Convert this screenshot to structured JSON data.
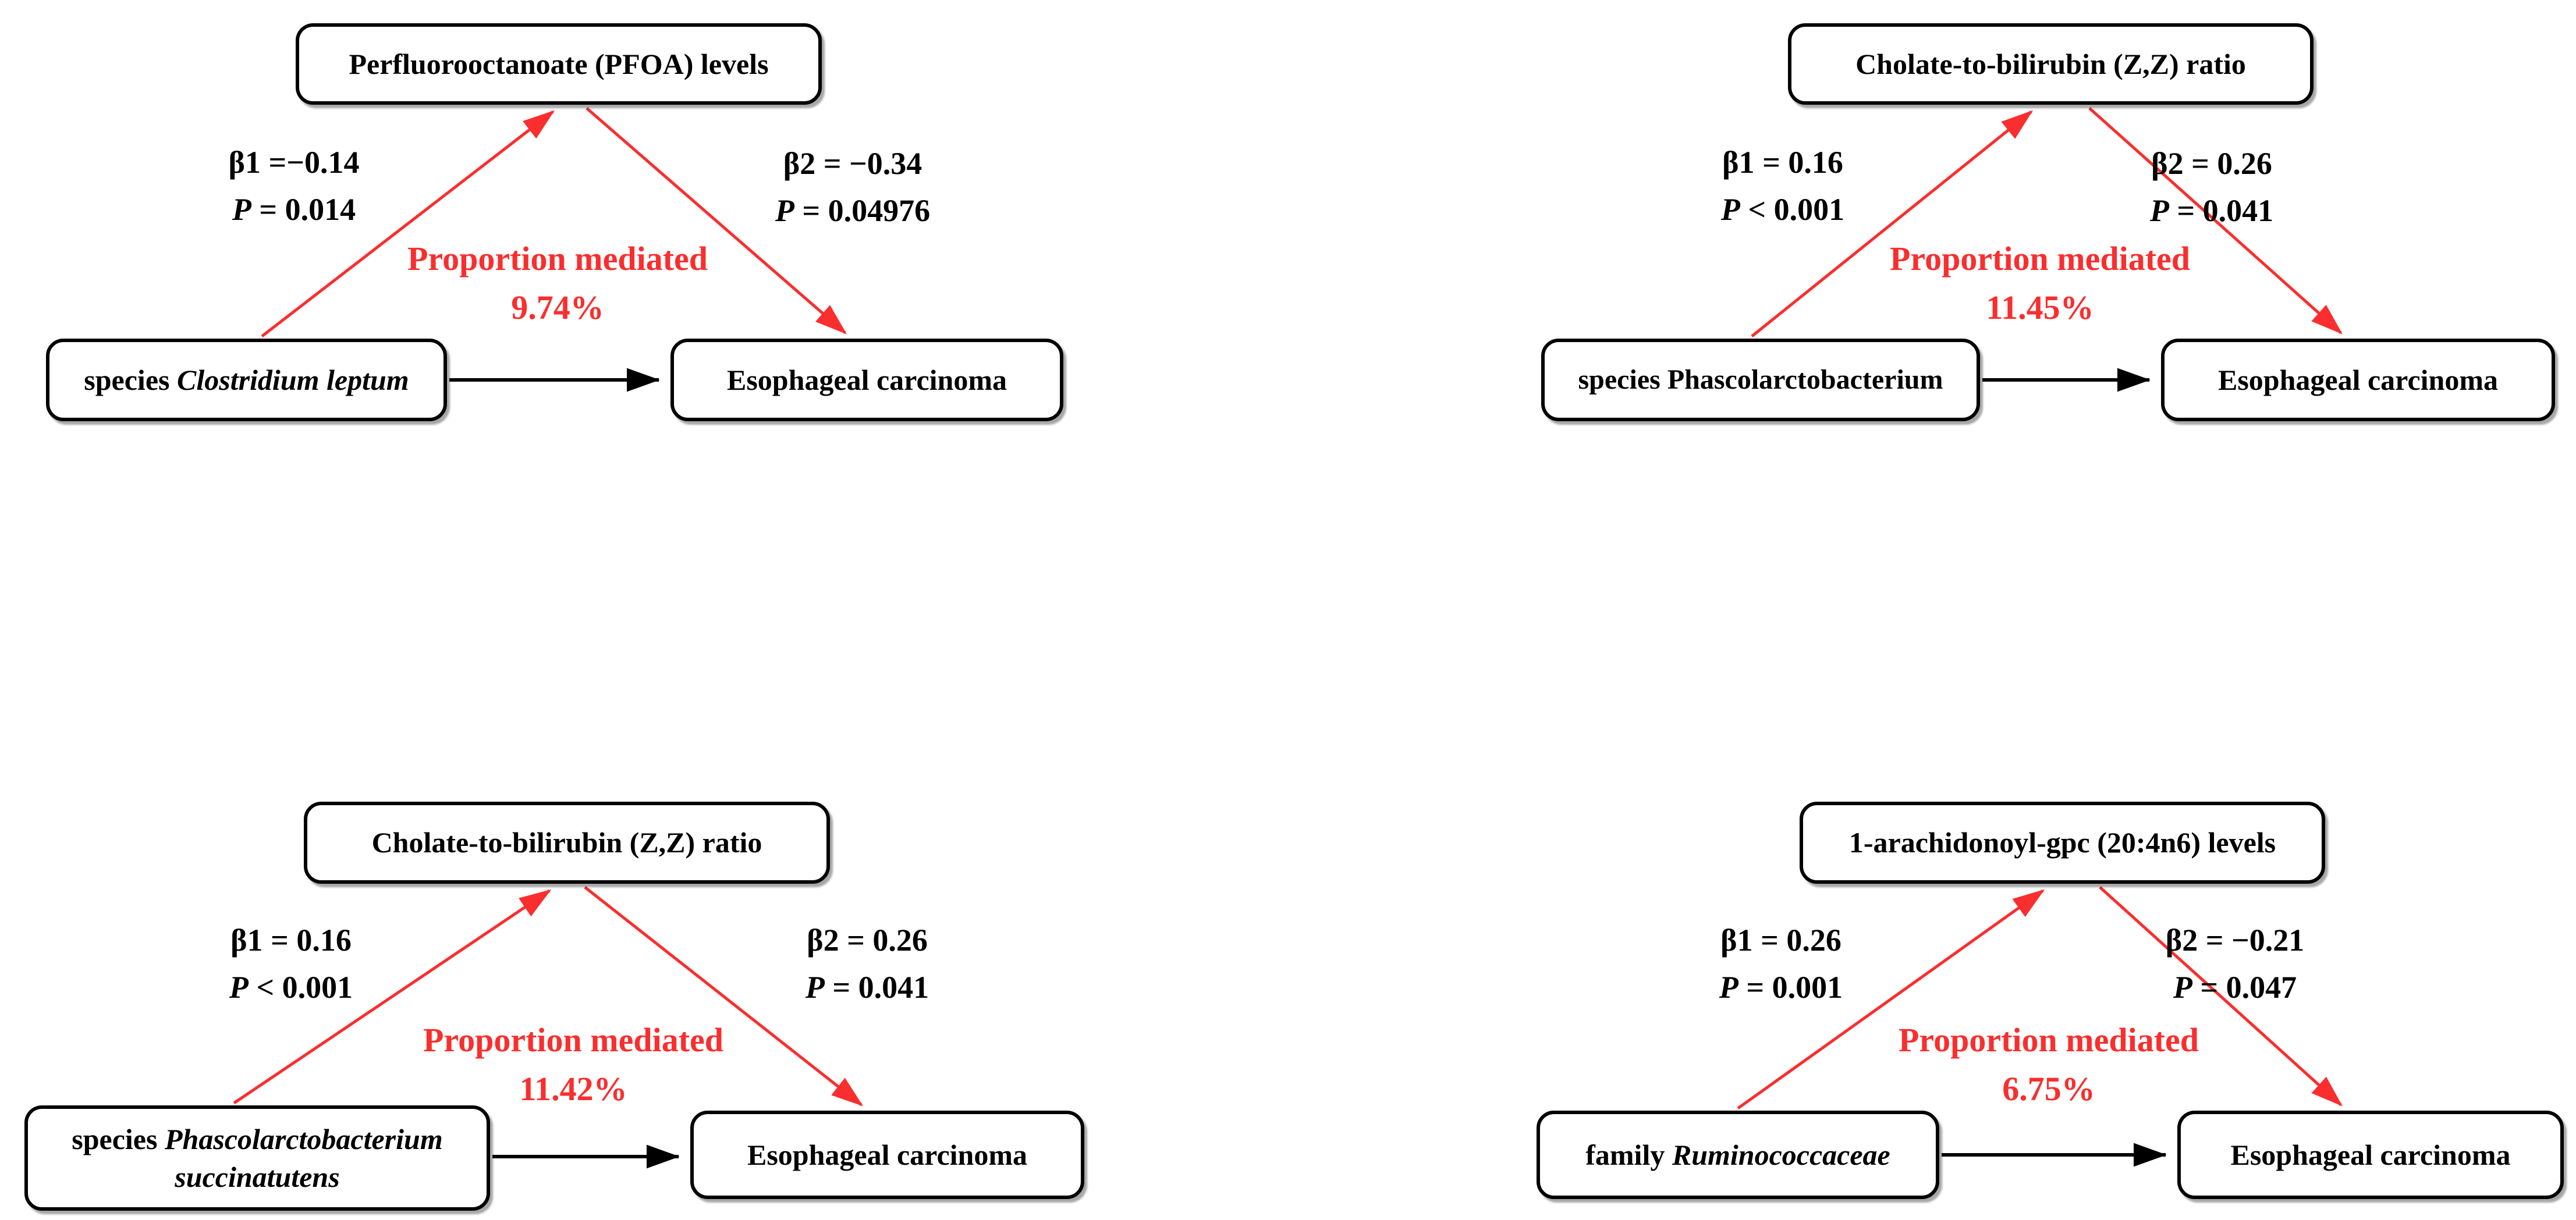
{
  "figure": {
    "description": "Four two-step mediation diagrams linking gut microbiota taxa to esophageal carcinoma through metabolite mediators",
    "background": "#ffffff"
  },
  "colors": {
    "indirect_arrow_red": "#fa2e2e",
    "direct_arrow_black": "#000000",
    "box_border": "#000000",
    "box_fill": "#ffffff",
    "text": "#000000"
  },
  "panels": [
    {
      "position": "top-left",
      "mediator": "Perfluorooctanoate (PFOA) levels",
      "exposure": {
        "prefix": "species",
        "name": "Clostridium leptum",
        "name_italic": true
      },
      "outcome": "Esophageal carcinoma",
      "path_a": {
        "beta": "β1 =−0.14",
        "p_sym": "P",
        "p_val": "= 0.014"
      },
      "path_b": {
        "beta": "β2 = −0.34",
        "p_sym": "P",
        "p_val": "= 0.04976"
      },
      "mediation": {
        "label": "Proportion mediated",
        "value": "9.74%"
      }
    },
    {
      "position": "top-right",
      "mediator": "Cholate-to-bilirubin (Z,Z) ratio",
      "exposure": {
        "prefix": "species",
        "name": "Phascolarctobacterium",
        "name_italic": false
      },
      "outcome": "Esophageal carcinoma",
      "path_a": {
        "beta": "β1 = 0.16",
        "p_sym": "P",
        "p_val": "< 0.001"
      },
      "path_b": {
        "beta": "β2 = 0.26",
        "p_sym": "P",
        "p_val": "= 0.041"
      },
      "mediation": {
        "label": "Proportion mediated",
        "value": "11.45%"
      }
    },
    {
      "position": "bottom-left",
      "mediator": "Cholate-to-bilirubin (Z,Z) ratio",
      "exposure": {
        "prefix": "species",
        "name": "Phascolarctobacterium succinatutens",
        "name_italic": true
      },
      "outcome": "Esophageal carcinoma",
      "path_a": {
        "beta": "β1 = 0.16",
        "p_sym": "P",
        "p_val": "< 0.001"
      },
      "path_b": {
        "beta": "β2 = 0.26",
        "p_sym": "P",
        "p_val": "= 0.041"
      },
      "mediation": {
        "label": "Proportion mediated",
        "value": "11.42%"
      }
    },
    {
      "position": "bottom-right",
      "mediator": "1-arachidonoyl-gpc (20:4n6) levels",
      "exposure": {
        "prefix": "family",
        "name": "Ruminococcaceae",
        "name_italic": true
      },
      "outcome": "Esophageal carcinoma",
      "path_a": {
        "beta": "β1 = 0.26",
        "p_sym": "P",
        "p_val": "= 0.001"
      },
      "path_b": {
        "beta": "β2 = −0.21",
        "p_sym": "P",
        "p_val": "= 0.047"
      },
      "mediation": {
        "label": "Proportion mediated",
        "value": "6.75%"
      }
    }
  ]
}
